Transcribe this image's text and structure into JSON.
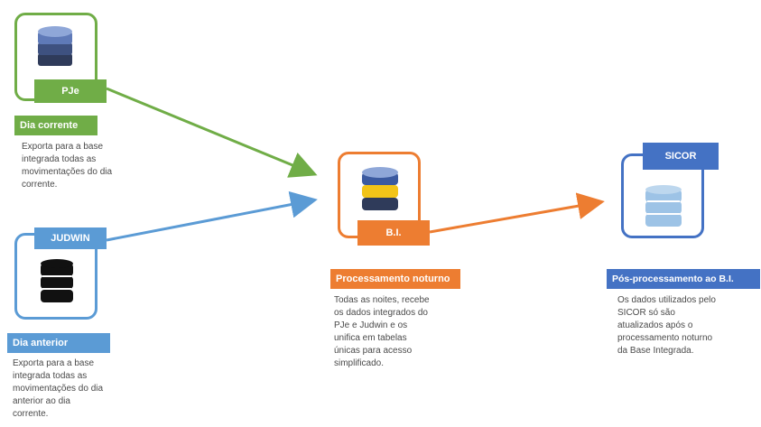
{
  "colors": {
    "green": "#70ad47",
    "blue": "#5b9bd5",
    "orange": "#ed7d31",
    "dark_blue": "#4472c4"
  },
  "pje": {
    "tag": "PJe",
    "header": "Dia corrente",
    "description": "Exporta para a base integrada todas as movimentações do dia corrente.",
    "icon": "database-icon"
  },
  "judwin": {
    "tag": "JUDWIN",
    "header": "Dia anterior",
    "description": "Exporta para a base integrada todas as movimentações do dia anterior ao dia corrente.",
    "icon": "database-icon"
  },
  "bi": {
    "tag": "B.I.",
    "header": "Processamento noturno",
    "description": "Todas as noites, recebe os dados integrados do PJe e Judwin e os unifica em tabelas únicas para acesso simplificado.",
    "icon": "database-icon"
  },
  "sicor": {
    "tag": "SICOR",
    "header": "Pós-processamento ao B.I.",
    "description": "Os dados utilizados pelo SICOR só são atualizados após o processamento noturno da Base Integrada.",
    "icon": "database-icon"
  }
}
